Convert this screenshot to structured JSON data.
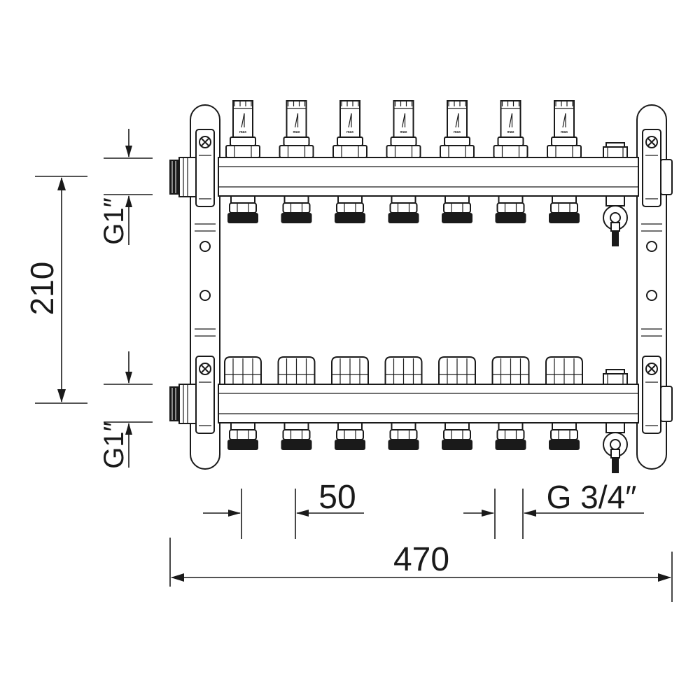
{
  "dimensions": {
    "height_between_bars": "210",
    "outlet_spacing": "50",
    "outlet_thread": "G 3/4″",
    "total_width": "470",
    "top_inlet_thread": "G1″",
    "bottom_inlet_thread": "G1″"
  },
  "flowmeters": {
    "count": 7,
    "label": "max"
  },
  "return_valves": {
    "count": 7
  }
}
